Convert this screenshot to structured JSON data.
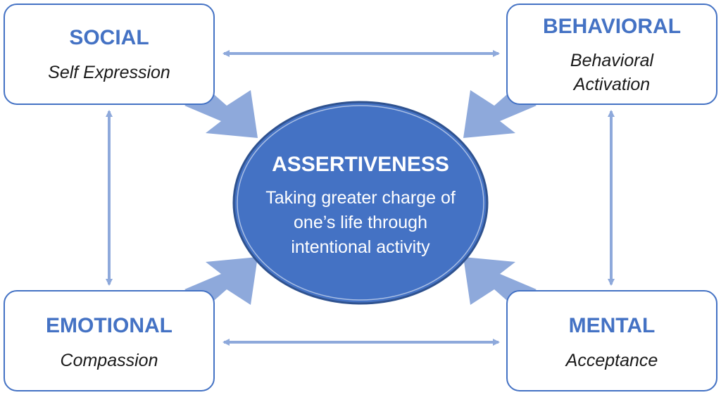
{
  "center": {
    "title": "ASSERTIVENESS",
    "lines": [
      "Taking greater charge of",
      "one’s life through",
      "intentional activity"
    ]
  },
  "boxes": {
    "social": {
      "title": "SOCIAL",
      "lines": [
        "Self Expression"
      ]
    },
    "behavioral": {
      "title": "BEHAVIORAL",
      "lines": [
        "Behavioral",
        "Activation"
      ]
    },
    "emotional": {
      "title": "EMOTIONAL",
      "lines": [
        "Compassion"
      ]
    },
    "mental": {
      "title": "MENTAL",
      "lines": [
        "Acceptance"
      ]
    }
  },
  "colors": {
    "accent": "#4472C4",
    "arrow": "#8EA9DB",
    "box_border": "#4472C4",
    "center_fill": "#4472C4",
    "center_text": "#ffffff",
    "box_text": "#1a1a1a"
  }
}
